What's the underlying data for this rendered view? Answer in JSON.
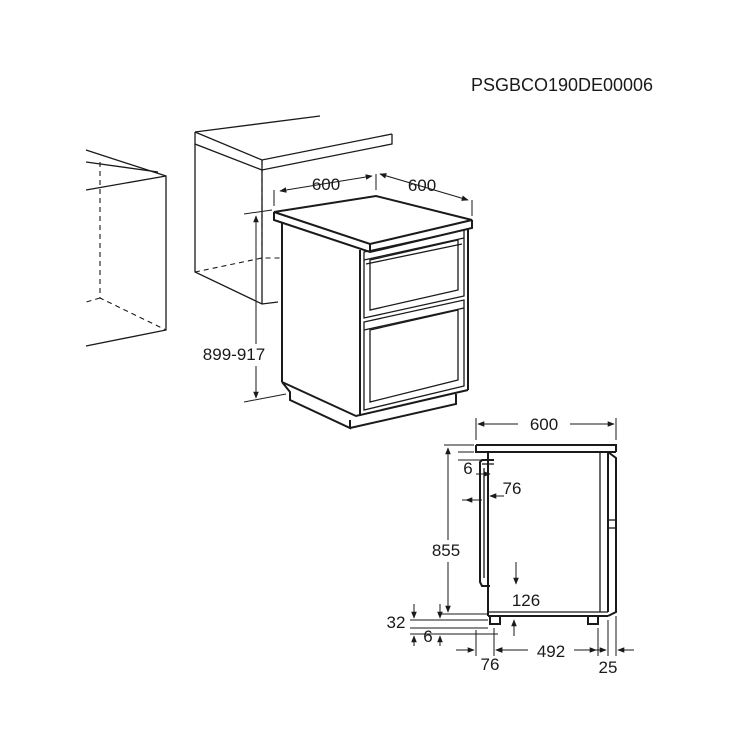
{
  "product_code": "PSGBCO190DE00006",
  "top_view": {
    "width_label": "600",
    "depth_label": "600",
    "height_label": "899-917"
  },
  "side_view": {
    "width_label": "600",
    "top_gap_label": "6",
    "handle_depth_label": "76",
    "height_label": "855",
    "bottom_gap_label": "126",
    "plinth_label": "32",
    "foot_label": "6",
    "front_offset_label": "76",
    "foot_span_label": "492",
    "back_offset_label": "25"
  }
}
